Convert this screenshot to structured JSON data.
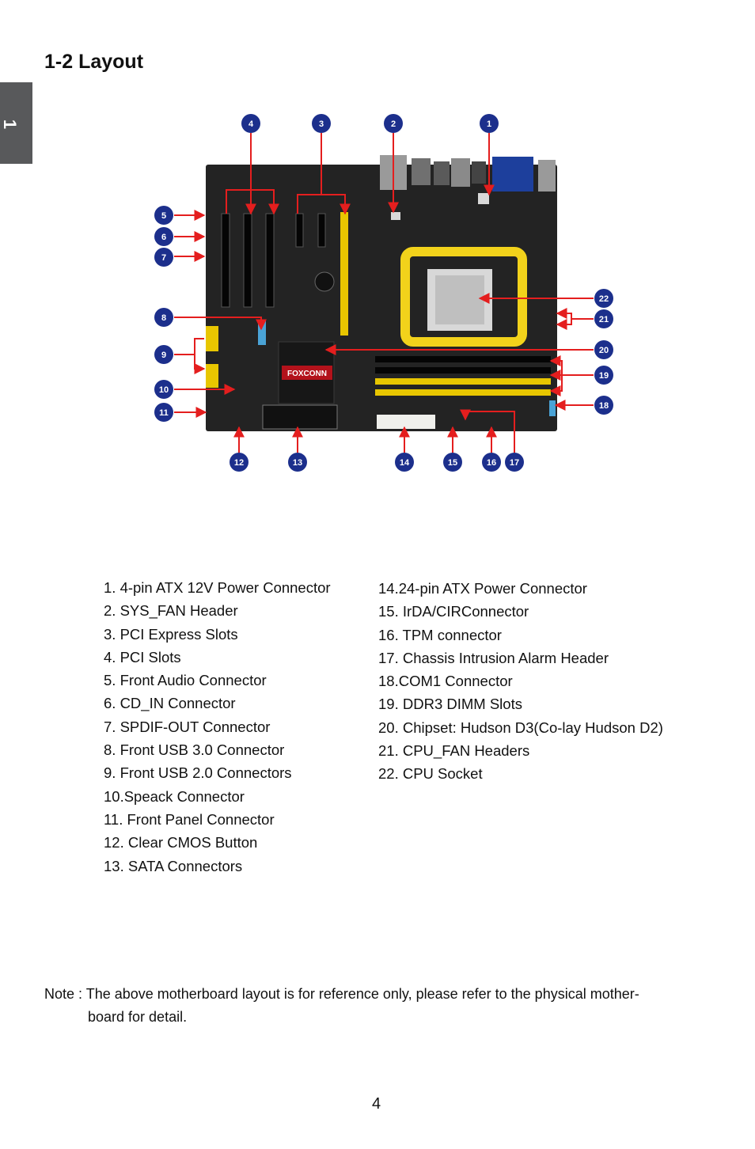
{
  "side_tab": {
    "chapter": "1"
  },
  "title": "1-2 Layout",
  "callouts": [
    "1",
    "2",
    "3",
    "4",
    "5",
    "6",
    "7",
    "8",
    "9",
    "10",
    "11",
    "12",
    "13",
    "14",
    "15",
    "16",
    "17",
    "18",
    "19",
    "20",
    "21",
    "22"
  ],
  "board_logo": "FOXCONN",
  "colors": {
    "callout_fill": "#1c2f8c",
    "arrow": "#e41e1e",
    "board": "#232323",
    "dimm_yellow": "#e8c600",
    "socket_yellow": "#f2d21b",
    "side_tab": "#58595b"
  },
  "components_left": [
    "1. 4-pin ATX 12V Power Connector",
    "2. SYS_FAN Header",
    "3. PCI Express Slots",
    "4. PCI Slots",
    "5. Front Audio Connector",
    "6. CD_IN Connector",
    "7. SPDIF-OUT Connector",
    "8. Front USB 3.0 Connector",
    "9. Front USB 2.0 Connectors",
    "10.Speack Connector",
    "11. Front Panel Connector",
    "12. Clear CMOS Button",
    "13. SATA Connectors"
  ],
  "components_right": [
    "14.24-pin ATX Power Connector",
    "15. IrDA/CIRConnector",
    "16. TPM connector",
    "17. Chassis Intrusion Alarm Header",
    "18.COM1 Connector",
    "19. DDR3 DIMM Slots",
    "20. Chipset: Hudson D3(Co-lay Hudson D2)",
    "21. CPU_FAN Headers",
    "22. CPU Socket"
  ],
  "note_line1": "Note : The above motherboard layout is for reference only, please refer to the physical  mother-",
  "note_line2": "board for detail.",
  "page_number": "4"
}
